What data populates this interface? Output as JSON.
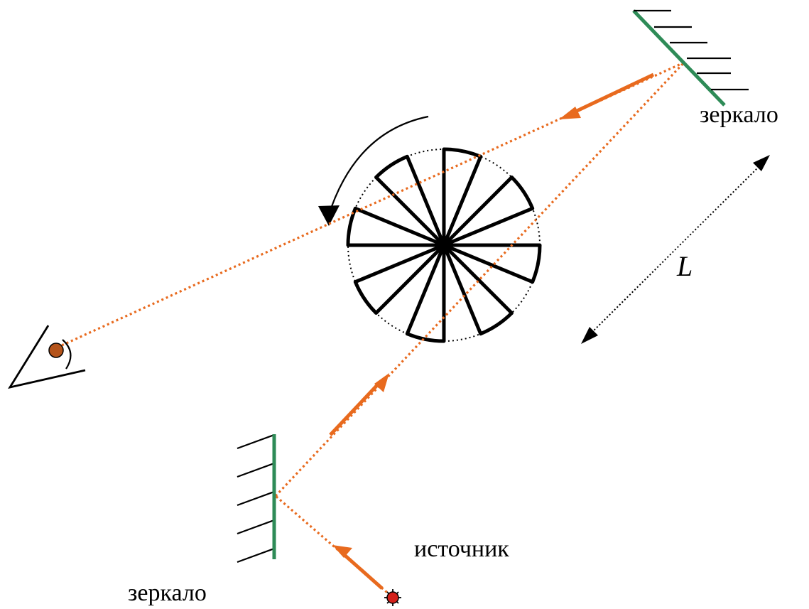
{
  "labels": {
    "mirror_top": "зеркало",
    "mirror_bottom": "зеркало",
    "source": "источник",
    "distance": "L"
  },
  "colors": {
    "beam": "#E86A1E",
    "mirror": "#2E8B57",
    "ink": "#000000",
    "eye_pupil": "#B4531A",
    "source_fill": "#D4201A"
  },
  "icons": [
    "eye-icon",
    "light-source-icon",
    "rotation-arrow-icon"
  ]
}
